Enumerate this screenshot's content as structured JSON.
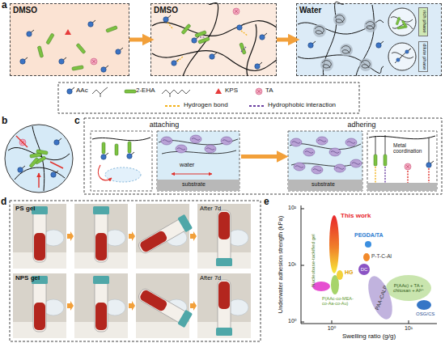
{
  "diagram": {
    "nodes": [
      {
        "text": [
          "DMSO"
        ]
      },
      {
        "text": [
          "DMSO"
        ]
      },
      {
        "text": [
          "Water"
        ]
      },
      {
        "text": [
          "rich phase"
        ],
        "in": 2
      },
      {
        "text": [
          "dilute phase"
        ],
        "in": 2
      },
      {
        "text": [
          "attaching"
        ]
      },
      {
        "text": [
          "adhering"
        ]
      }
    ],
    "edges": [
      {
        "from": 0,
        "to": 1,
        "arrow": "to"
      },
      {
        "from": 1,
        "to": 2,
        "arrow": "to"
      },
      {
        "from": 5,
        "to": 6,
        "arrow": "to"
      }
    ],
    "labels": [
      "a",
      "b",
      "c",
      "d",
      "e",
      "water",
      "substrate",
      "substrate",
      "Metal coordination",
      "PS gel",
      "After 7d",
      "NPS gel",
      "After 7d",
      "This work",
      "PEGDA/TA",
      "P-T-C-Al",
      "DC",
      "HG",
      "Nucleobase-tackified gel",
      "P(AAc-co-MEA-co-Aa-co-Au)",
      "PAA-CALP",
      "P(AAc) + TA + chitosan + Al³⁺",
      "OSG/CS",
      "Underwater adhesion strength (kPa)",
      "Swelling ratio (g/g)",
      "10²",
      "10¹",
      "10⁰",
      "10⁰",
      "10¹"
    ],
    "legend": [
      {
        "text": "AAc"
      },
      {
        "text": "2-EHA"
      },
      {
        "text": "KPS"
      },
      {
        "text": "TA"
      },
      {
        "text": "Hydrogen bond"
      },
      {
        "text": "Hydrophobic interaction"
      }
    ]
  }
}
